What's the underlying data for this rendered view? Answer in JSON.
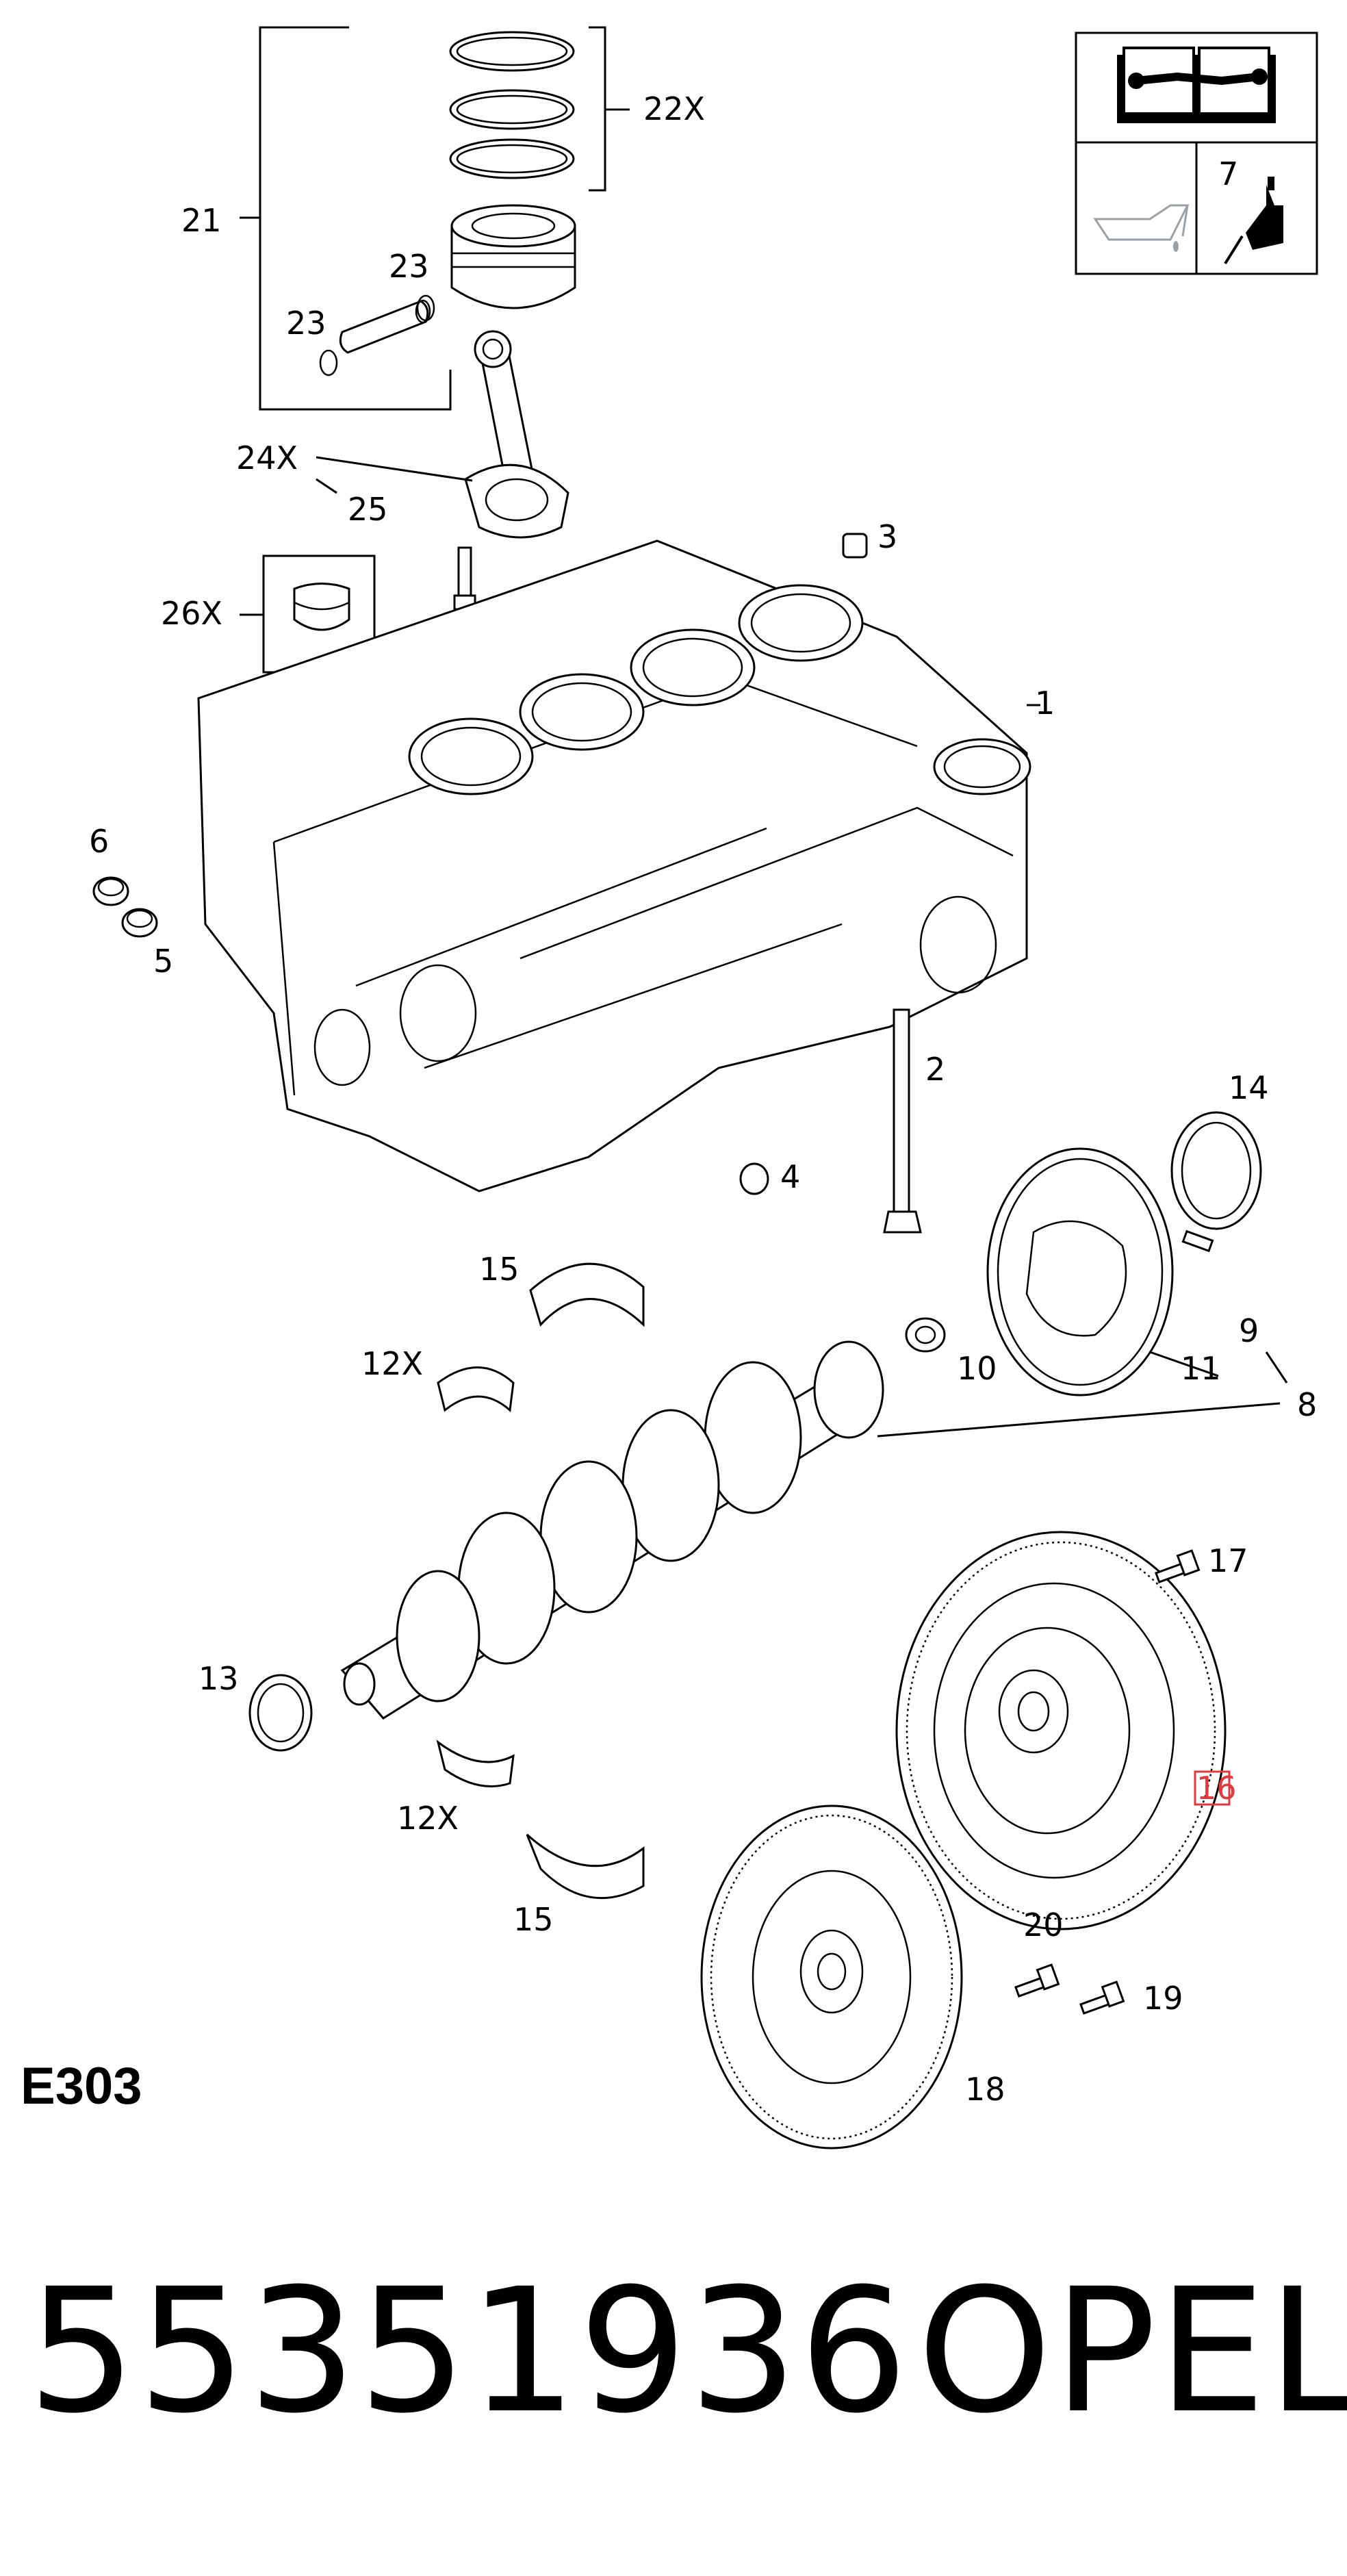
{
  "callouts": {
    "c1": "1",
    "c2": "2",
    "c3": "3",
    "c4": "4",
    "c5": "5",
    "c6": "6",
    "c7": "7",
    "c8": "8",
    "c9": "9",
    "c10": "10",
    "c11": "11",
    "c12x_top": "12X",
    "c12x_bottom": "12X",
    "c13": "13",
    "c14": "14",
    "c15_top": "15",
    "c15_bottom": "15",
    "c16": "16",
    "c17": "17",
    "c18": "18",
    "c19": "19",
    "c20": "20",
    "c21": "21",
    "c22x": "22X",
    "c23_right": "23",
    "c23_left": "23",
    "c24x": "24X",
    "c25": "25",
    "c26x": "26X"
  },
  "highlight_color": "#e0393e",
  "icons": [
    "manual-icon",
    "oil-can-icon",
    "sealant-bottle-icon"
  ],
  "section_code": "E303",
  "part_number": "55351936",
  "brand": "OPEL"
}
